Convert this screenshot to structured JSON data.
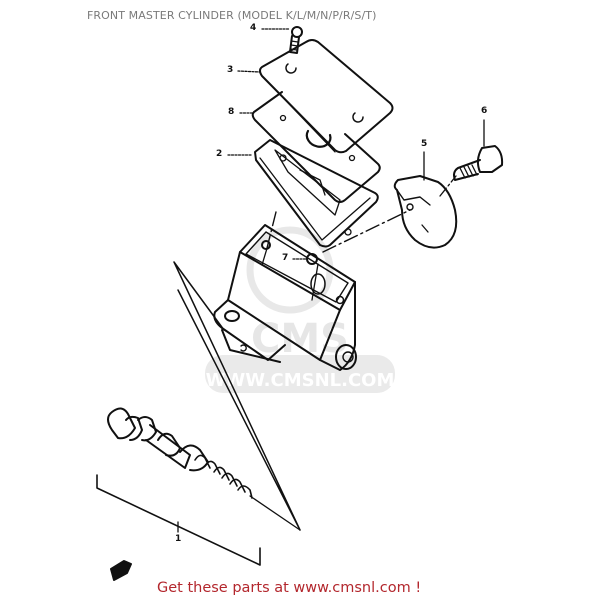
{
  "header": {
    "title": "FRONT MASTER CYLINDER (MODEL K/L/M/N/P/R/S/T)"
  },
  "watermark": {
    "logo_text": "CMS",
    "url_text": "WWW.CMSNL.COM"
  },
  "parts": [
    {
      "number": "1",
      "name": "piston-assembly"
    },
    {
      "number": "2",
      "name": "diaphragm-plate"
    },
    {
      "number": "3",
      "name": "reservoir-cap"
    },
    {
      "number": "4",
      "name": "cap-screw"
    },
    {
      "number": "5",
      "name": "lever-holder-clamp"
    },
    {
      "number": "6",
      "name": "clamp-bolt"
    },
    {
      "number": "7",
      "name": "screw"
    },
    {
      "number": "8",
      "name": "diaphragm"
    }
  ],
  "labels": {
    "p1": "1",
    "p2": "2",
    "p3": "3",
    "p4": "4",
    "p5": "5",
    "p6": "6",
    "p7": "7",
    "p8": "8"
  },
  "footer": {
    "text": "Get these parts at www.cmsnl.com !",
    "color": "#b3272d"
  },
  "colors": {
    "line": "#111111",
    "title": "#7a7a7a",
    "watermark": "#d9d9d9"
  }
}
